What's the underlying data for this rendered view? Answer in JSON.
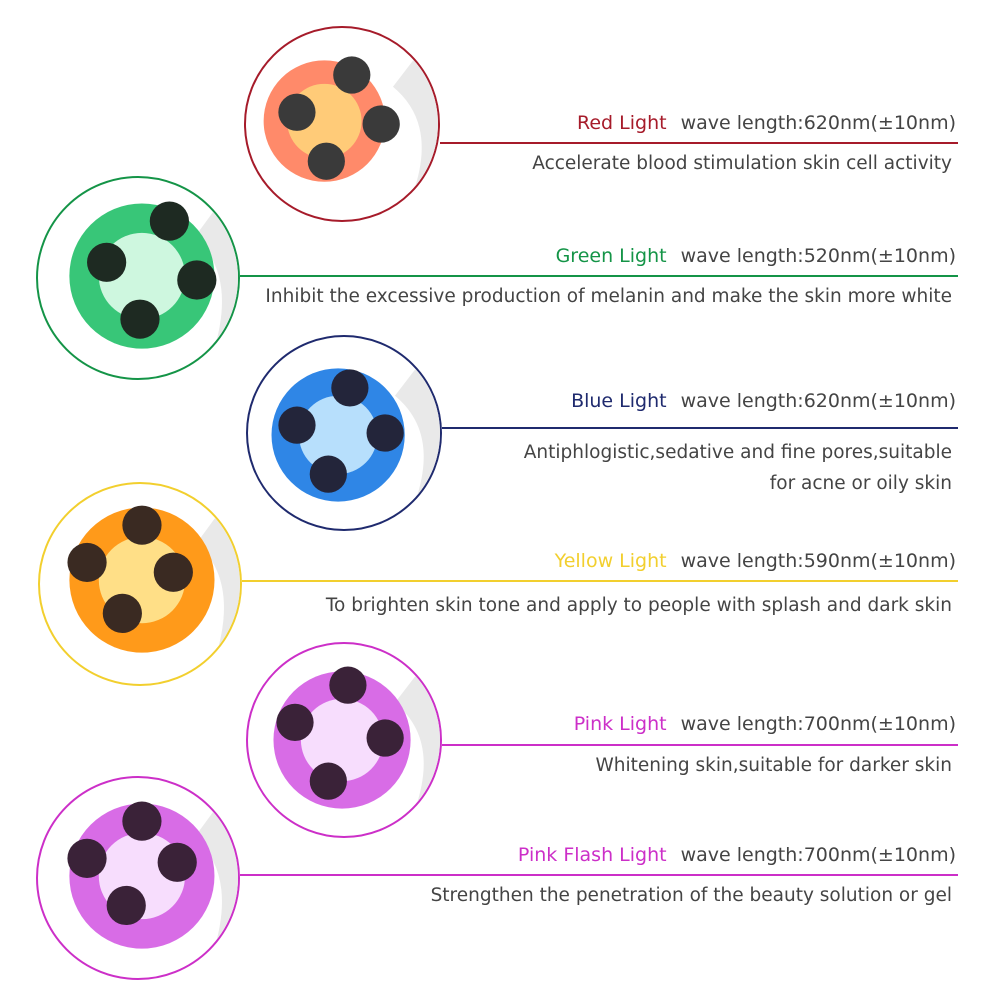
{
  "lights": [
    {
      "name": "Red Light",
      "wave": "wave length:620nm(±10nm)",
      "desc": [
        "Accelerate blood stimulation skin cell activity"
      ],
      "color": "#a61b2a",
      "glow": "#ff8a6a",
      "core": "#ffd27a"
    },
    {
      "name": "Green Light",
      "wave": "wave length:520nm(±10nm)",
      "desc": [
        "Inhibit the excessive production of melanin and make the skin more white"
      ],
      "color": "#149447",
      "glow": "#38c678",
      "core": "#e9fff1"
    },
    {
      "name": "Blue Light",
      "wave": "wave length:620nm(±10nm)",
      "desc": [
        "Antiphlogistic,sedative and fine pores,suitable",
        "for acne or oily skin"
      ],
      "color": "#1f2a6e",
      "glow": "#2f86e6",
      "core": "#cfeeff"
    },
    {
      "name": "Yellow Light",
      "wave": "wave length:590nm(±10nm)",
      "desc": [
        "To brighten skin tone and apply to people with splash and dark skin"
      ],
      "color": "#f2cf2e",
      "glow": "#ff9a1a",
      "core": "#fff0a3"
    },
    {
      "name": "Pink Light",
      "wave": "wave length:700nm(±10nm)",
      "desc": [
        "Whitening skin,suitable for darker skin"
      ],
      "color": "#cc2fc8",
      "glow": "#d86ce6",
      "core": "#fbeaff"
    },
    {
      "name": "Pink Flash Light",
      "wave": "wave length:700nm(±10nm)",
      "desc": [
        "Strengthen the penetration of the beauty solution or gel"
      ],
      "color": "#cc2fc8",
      "glow": "#d86ce6",
      "core": "#fbeaff"
    }
  ]
}
